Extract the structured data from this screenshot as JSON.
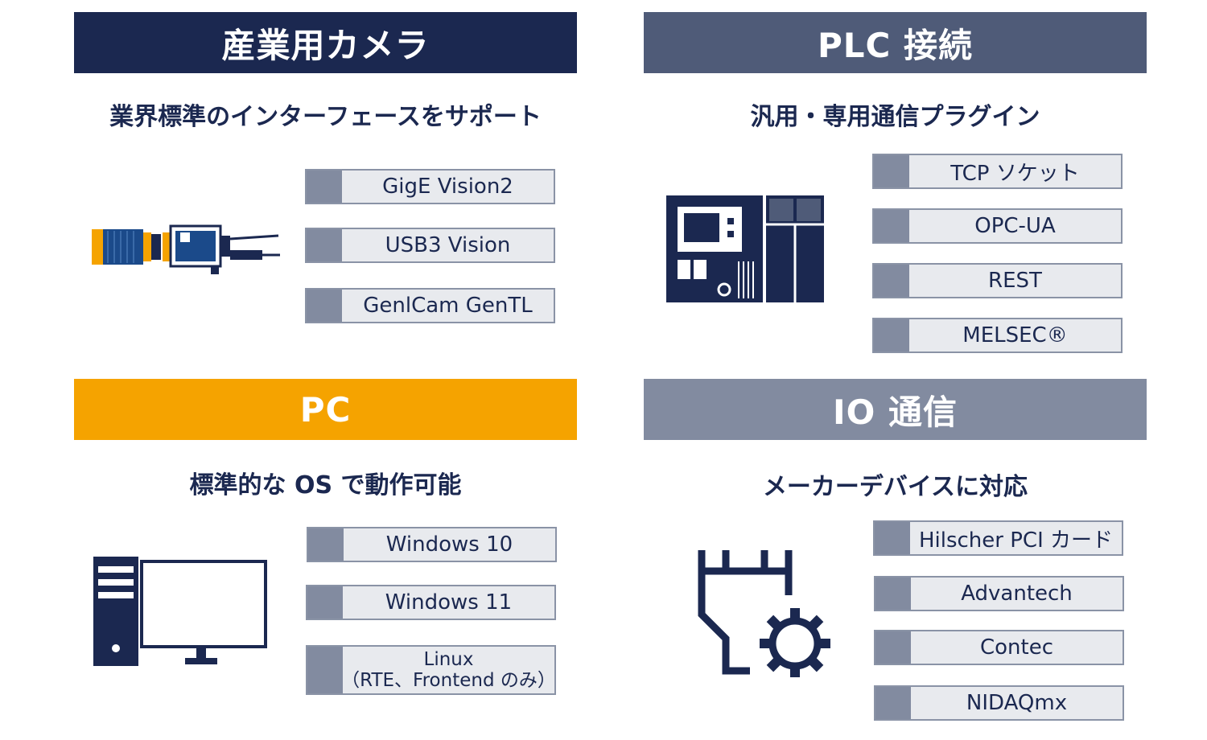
{
  "camera": {
    "banner": "産業用カメラ",
    "subtitle": "業界標準のインターフェースをサポート",
    "items": [
      "GigE Vision2",
      "USB3 Vision",
      "GenlCam GenTL"
    ],
    "icon": "industrial-camera-icon"
  },
  "plc": {
    "banner": "PLC 接続",
    "subtitle": "汎用・専用通信プラグイン",
    "items": [
      "TCP ソケット",
      "OPC-UA",
      "REST",
      "MELSEC®"
    ],
    "icon": "plc-controller-icon"
  },
  "pc": {
    "banner": "PC",
    "subtitle": "標準的な OS で動作可能",
    "items": [
      "Windows 10",
      "Windows 11"
    ],
    "linux": {
      "line1": "Linux",
      "line2": "（RTE、Frontend のみ）"
    },
    "icon": "desktop-pc-icon"
  },
  "io": {
    "banner": "IO 通信",
    "subtitle": "メーカーデバイスに対応",
    "items": [
      "Hilscher PCI カード",
      "Advantech",
      "Contec",
      "NIDAQmx"
    ],
    "icon": "io-gear-icon"
  },
  "colors": {
    "navy": "#1b2850",
    "slate": "#4f5b78",
    "orange": "#f5a300",
    "gray": "#828ba0"
  }
}
